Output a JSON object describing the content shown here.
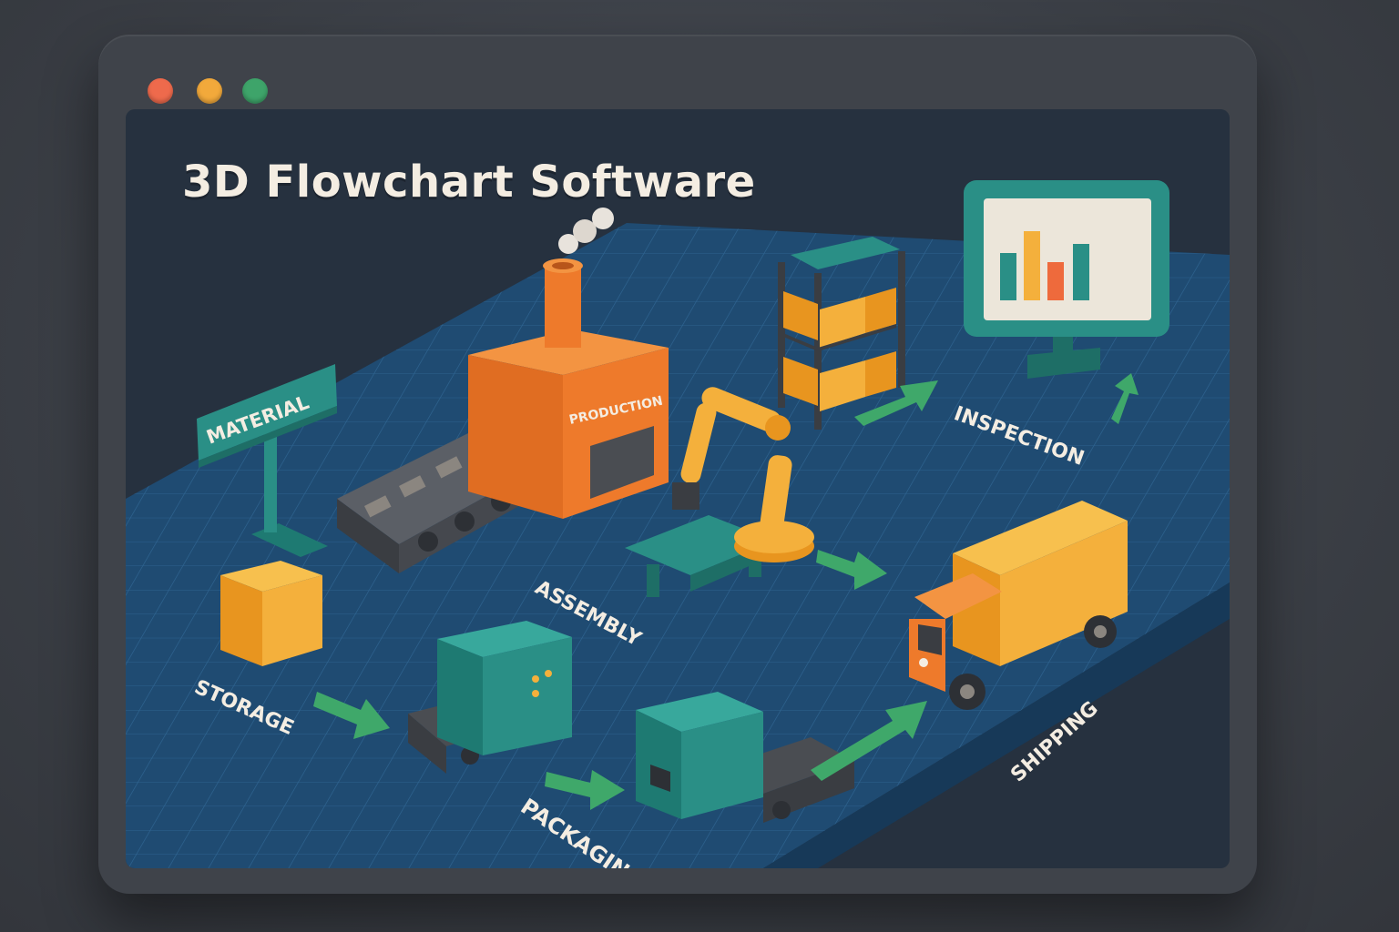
{
  "window": {
    "title": "3D Flowchart Software",
    "controls": [
      {
        "name": "close",
        "color": "#ee6a4c"
      },
      {
        "name": "minimize",
        "color": "#f2a93b"
      },
      {
        "name": "maximize",
        "color": "#3ea46a"
      }
    ]
  },
  "colors": {
    "floor": "#1f4b72",
    "orange": "#ee7a2b",
    "amber": "#f4b03c",
    "teal": "#2a8f86",
    "green_arrow": "#3fa86a",
    "label_text": "#f4ede2"
  },
  "stages": {
    "material": "MATERIAL",
    "production": "PRODUCTION",
    "assembly": "ASSEMBLY",
    "storage": "STORAGE",
    "packaging": "PACKAGING",
    "inspection": "INSPECTION",
    "shipping": "SHIPPING"
  },
  "icons": [
    "factory-icon",
    "robot-arm-icon",
    "shelf-icon",
    "monitor-chart-icon",
    "truck-icon",
    "box-icon",
    "packaging-machine-icon",
    "conveyor-icon",
    "signpost-icon"
  ]
}
